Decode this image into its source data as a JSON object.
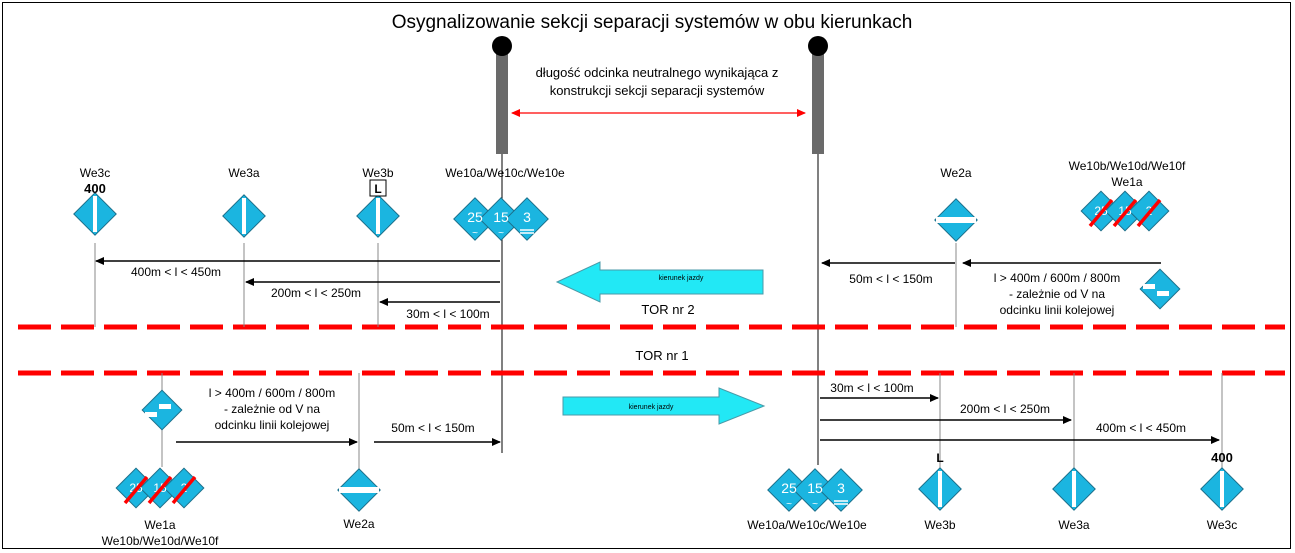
{
  "title": "Osygnalizowanie sekcji separacji systemów w obu kierunkach",
  "neutral_section_label": {
    "line1": "długość odcinka neutralnego wynikająca z",
    "line2": "konstrukcji sekcji separacji systemów"
  },
  "tracks": {
    "track2_label": "TOR nr 2",
    "track1_label": "TOR nr 1"
  },
  "direction_label": "kierunek jazdy",
  "top_signs": {
    "we3c": "We3c",
    "we3c_plate": "400",
    "we3a": "We3a",
    "we3b": "We3b",
    "we3b_plate": "L",
    "we10a": "We10a/We10c/We10e",
    "we2a": "We2a",
    "we10b_line1": "We10b/We10d/We10f",
    "we10b_line2": "We1a"
  },
  "bottom_signs": {
    "we1a": "We1a",
    "we10b": "We10b/We10d/We10f",
    "we2a": "We2a",
    "we10a": "We10a/We10c/We10e",
    "we3b": "We3b",
    "we3b_plate": "L",
    "we3a": "We3a",
    "we3c": "We3c",
    "we3c_plate": "400"
  },
  "sign_digits": {
    "d25": "25",
    "d15": "15",
    "d3": "3",
    "d2": "2"
  },
  "distances": {
    "d_400_450": "400m < l < 450m",
    "d_200_250": "200m < l < 250m",
    "d_30_100": "30m < l < 100m",
    "d_50_150": "50m < l < 150m"
  },
  "note": {
    "line1": "l > 400m / 600m / 800m",
    "line2": "- zależnie od V na",
    "line3": "odcinku linii kolejowej"
  },
  "colors": {
    "sign_fill": "#1bb5e0",
    "track": "#ff0000",
    "arrow_fill": "#22e8f5",
    "range_arrow": "#ff0000",
    "mast": "#6a6a6a"
  }
}
